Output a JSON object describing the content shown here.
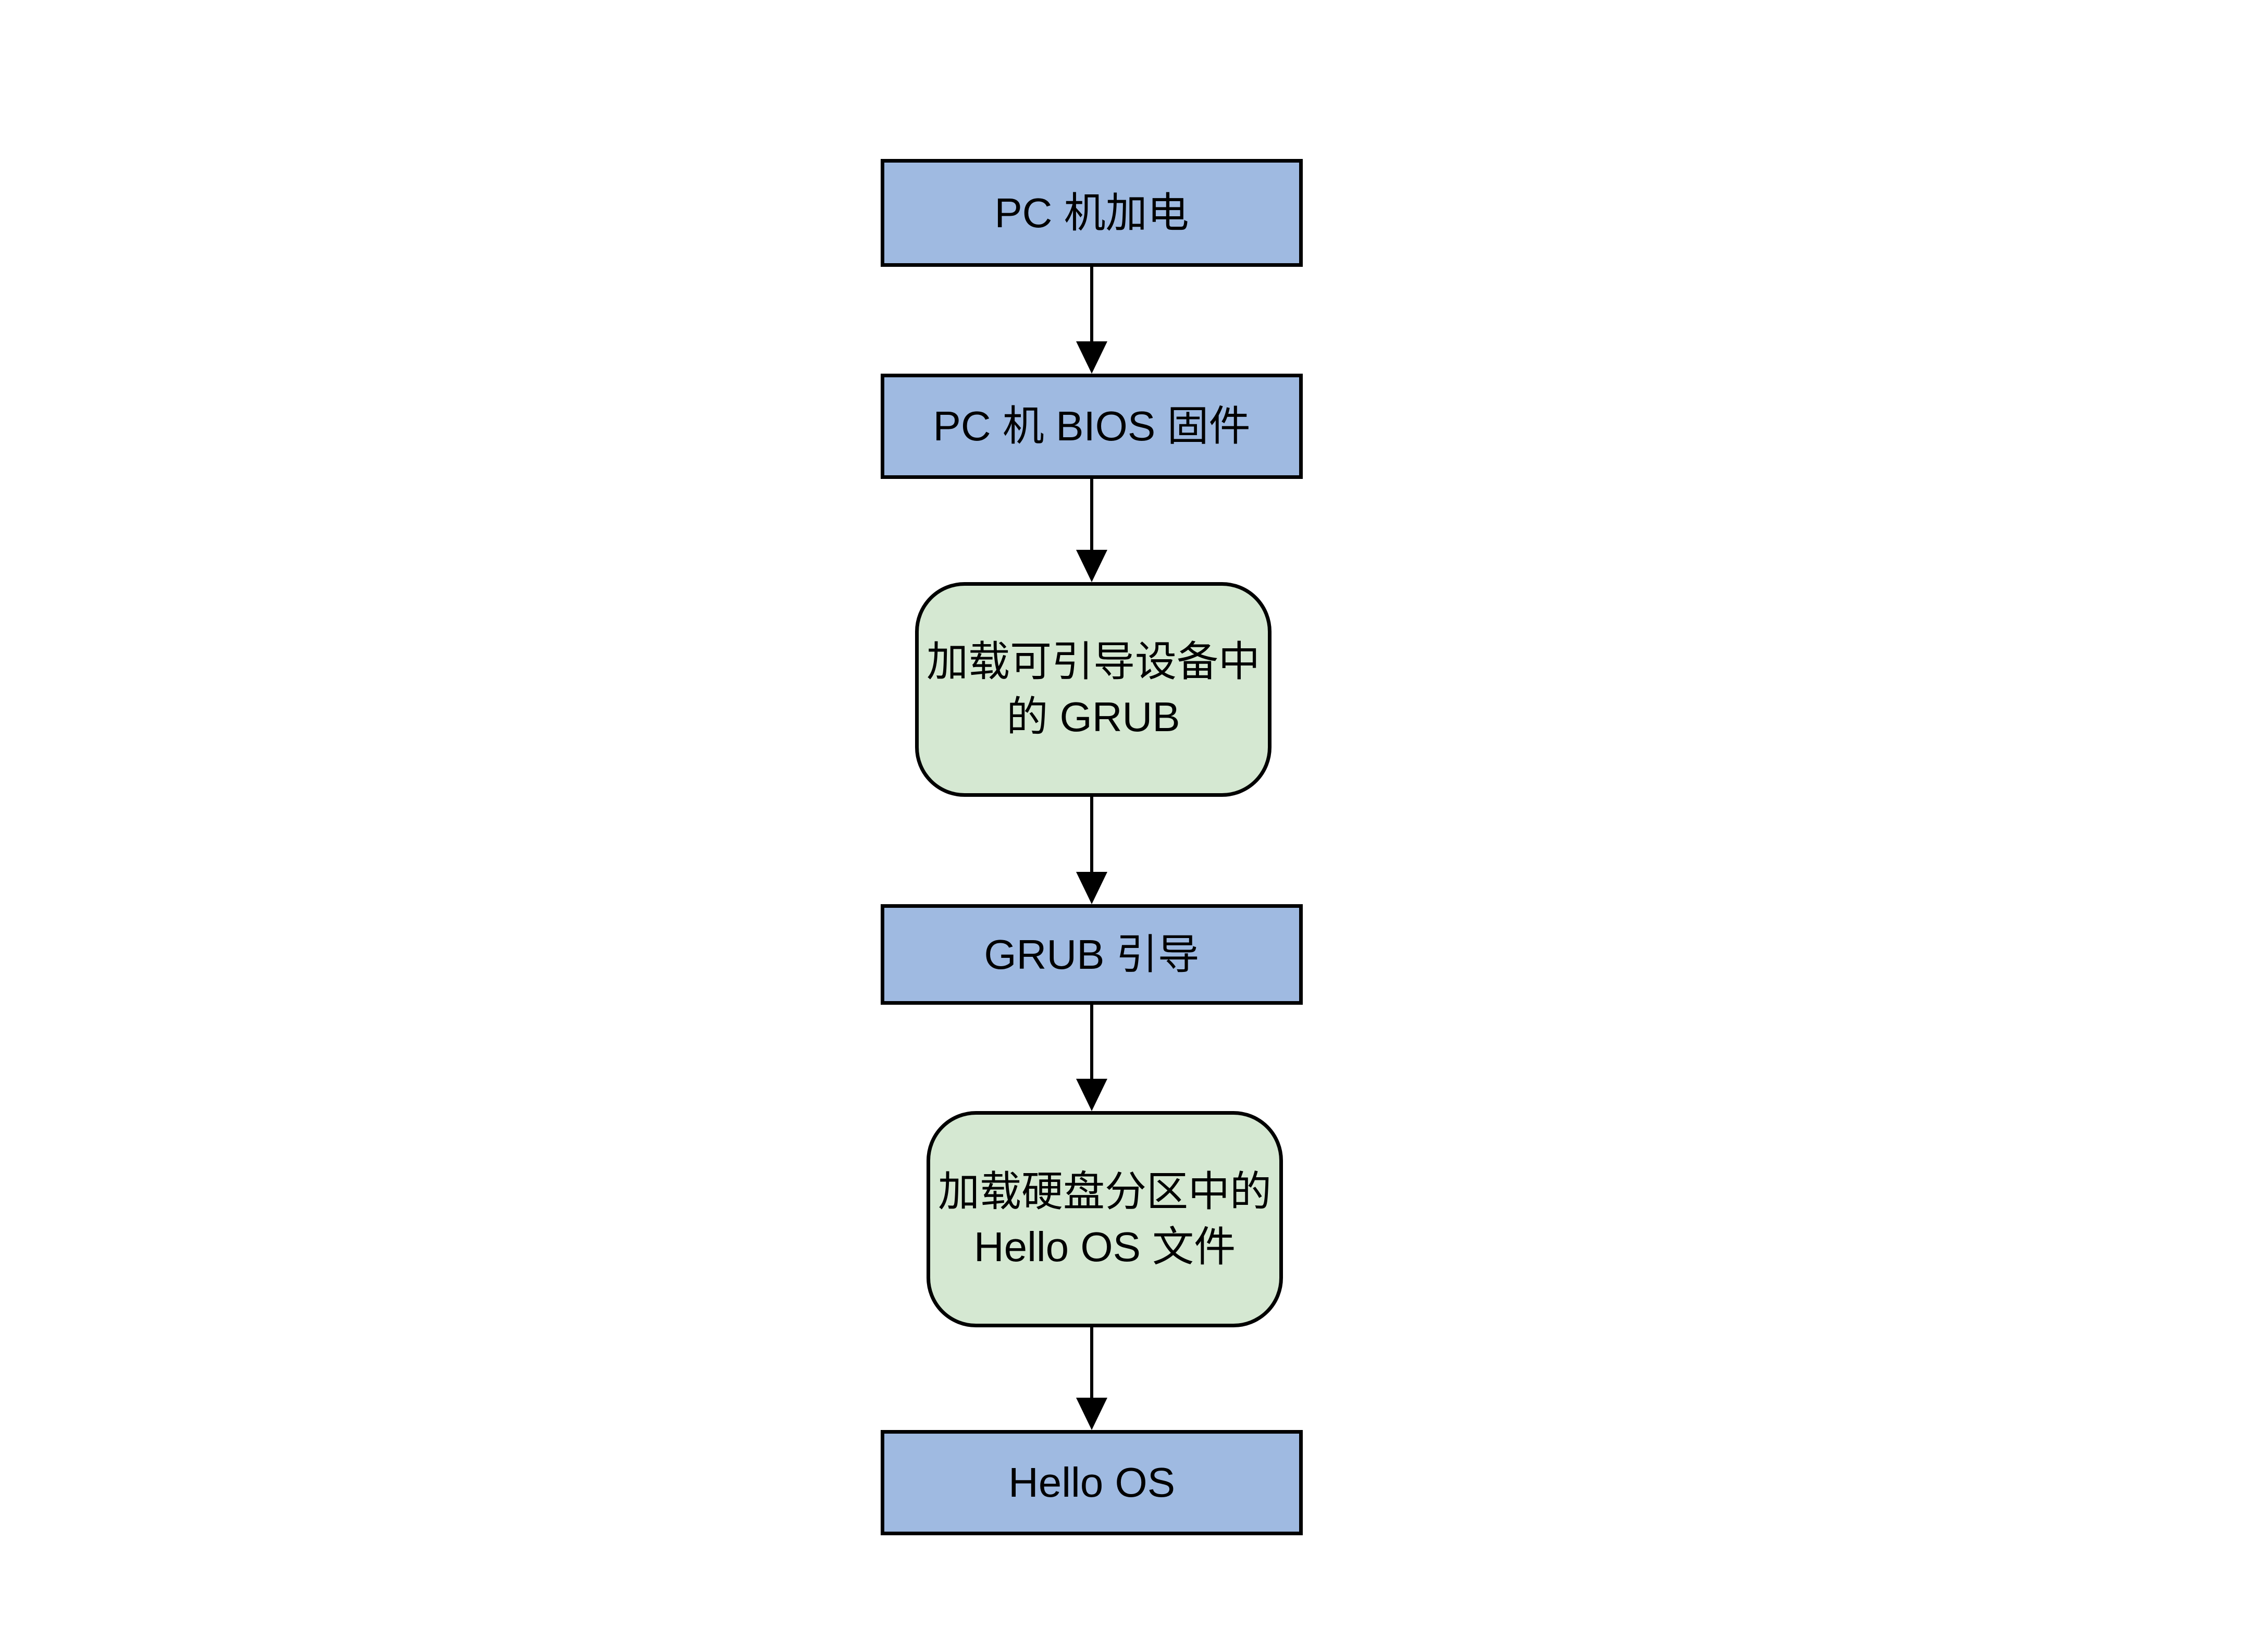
{
  "diagram": {
    "colors": {
      "node_blue": "#9fbae1",
      "node_green": "#d5e8d2",
      "border": "#000000",
      "arrow": "#000000",
      "background": "#ffffff"
    },
    "nodes": [
      {
        "id": "pc-power-on",
        "shape": "rectangle",
        "lines": [
          "PC 机加电"
        ]
      },
      {
        "id": "pc-bios",
        "shape": "rectangle",
        "lines": [
          "PC 机 BIOS 固件"
        ]
      },
      {
        "id": "load-grub",
        "shape": "rounded-rectangle",
        "lines": [
          "加载可引导设备中",
          "的 GRUB"
        ]
      },
      {
        "id": "grub-boot",
        "shape": "rectangle",
        "lines": [
          "GRUB 引导"
        ]
      },
      {
        "id": "load-hello-os",
        "shape": "rounded-rectangle",
        "lines": [
          "加载硬盘分区中的",
          "Hello OS 文件"
        ]
      },
      {
        "id": "hello-os",
        "shape": "rectangle",
        "lines": [
          "Hello OS"
        ]
      }
    ],
    "edges": [
      {
        "from": "pc-power-on",
        "to": "pc-bios"
      },
      {
        "from": "pc-bios",
        "to": "load-grub"
      },
      {
        "from": "load-grub",
        "to": "grub-boot"
      },
      {
        "from": "grub-boot",
        "to": "load-hello-os"
      },
      {
        "from": "load-hello-os",
        "to": "hello-os"
      }
    ]
  }
}
